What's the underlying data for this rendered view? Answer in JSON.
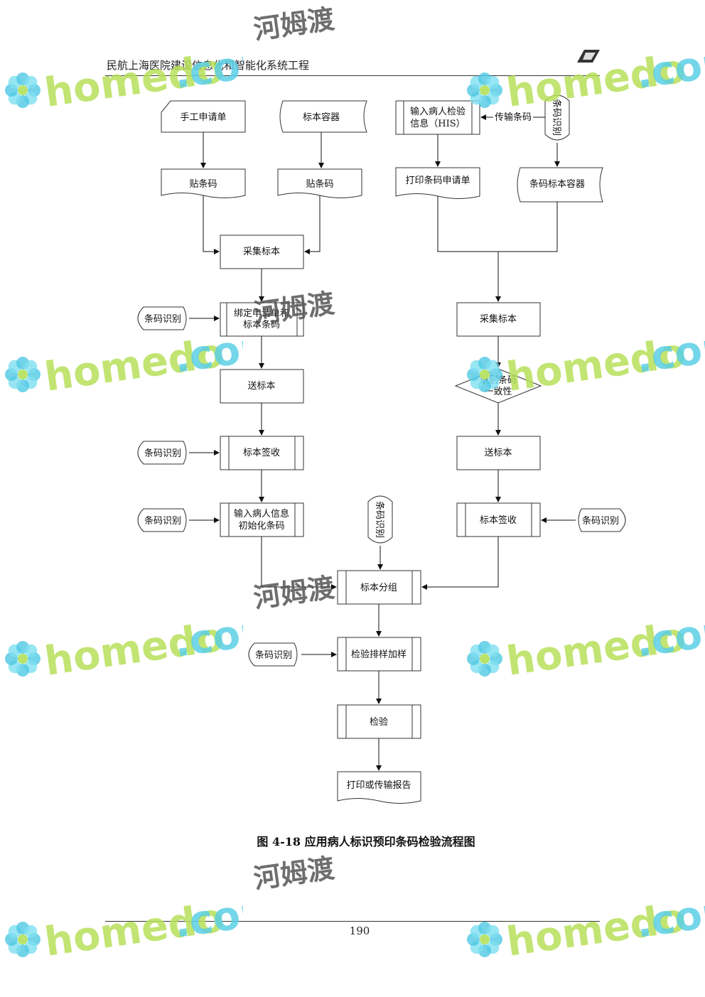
{
  "header": {
    "title": "民航上海医院建设信息化和智能化系统工程"
  },
  "caption": "图 4-18 应用病人标识预印条码检验流程图",
  "page_number": "190",
  "watermark": {
    "domain": "homedo",
    "tld": ".com",
    "brand": "河姆渡"
  },
  "flow": {
    "manual_request": "手工申请单",
    "specimen_container": "标本容器",
    "stick_barcode": "贴条码",
    "collect_specimen": "采集标本",
    "barcode_scan": "条码识别",
    "bind_line1": "绑定申请单和",
    "bind_line2": "标本条码",
    "send_specimen": "送标本",
    "sign_receipt": "标本签收",
    "input_patient_line1": "输入病人信息",
    "input_patient_line2": "初始化条码",
    "his_line1": "输入病人检验",
    "his_line2": "信息（HIS）",
    "transfer_barcode": "传输条码",
    "print_request": "打印条码申请单",
    "barcode_container": "条码标本容器",
    "identify_line1": "识别条码",
    "identify_line2": "一致性",
    "group_specimen": "标本分组",
    "queue_sample": "检验排样加样",
    "test": "检验",
    "report": "打印或传输报告"
  }
}
